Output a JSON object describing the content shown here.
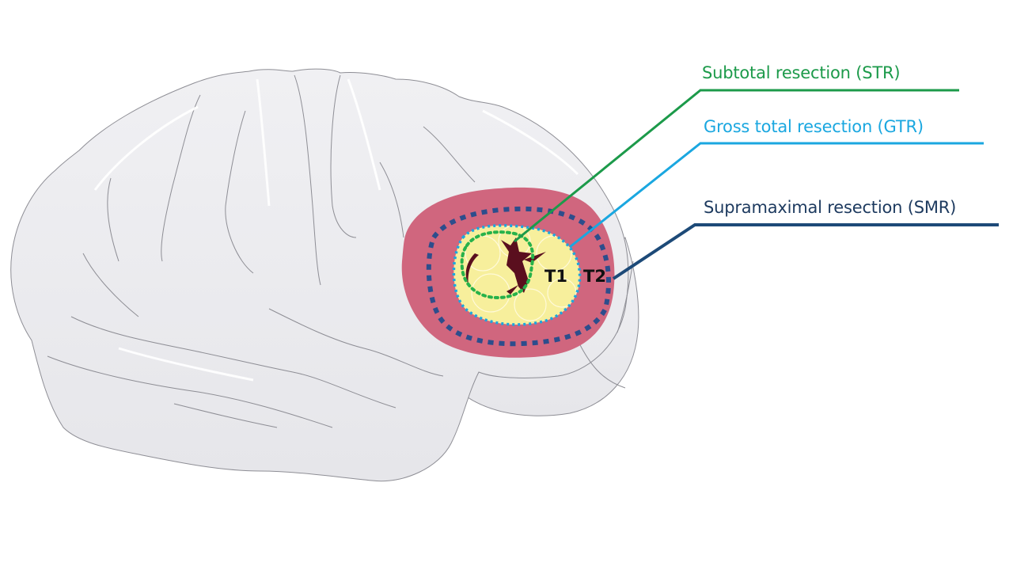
{
  "figure": {
    "title": "Extent of resection zones in a brain tumor",
    "colors": {
      "brain_fill": "#ececef",
      "brain_outline": "#8e8e95",
      "t2_zone": "#d0667e",
      "t1_tumor": "#f7ef9c",
      "necrosis": "#5a0f1e",
      "str": "#1c9a4a",
      "gtr": "#1aa7e0",
      "smr": "#1d4a78"
    },
    "zones": {
      "t1": "T1",
      "t2": "T2"
    },
    "legend": [
      {
        "id": "str",
        "label": "Subtotal resection (STR)",
        "color": "#1c9a4a",
        "boundary": "green dotted line around necrotic core"
      },
      {
        "id": "gtr",
        "label": "Gross total resection (GTR)",
        "color": "#1aa7e0",
        "boundary": "light-blue dotted line at T1 tumor margin"
      },
      {
        "id": "smr",
        "label": "Supramaximal resection (SMR)",
        "color": "#1d4a78",
        "boundary": "navy dashed line within T2 zone"
      }
    ]
  }
}
